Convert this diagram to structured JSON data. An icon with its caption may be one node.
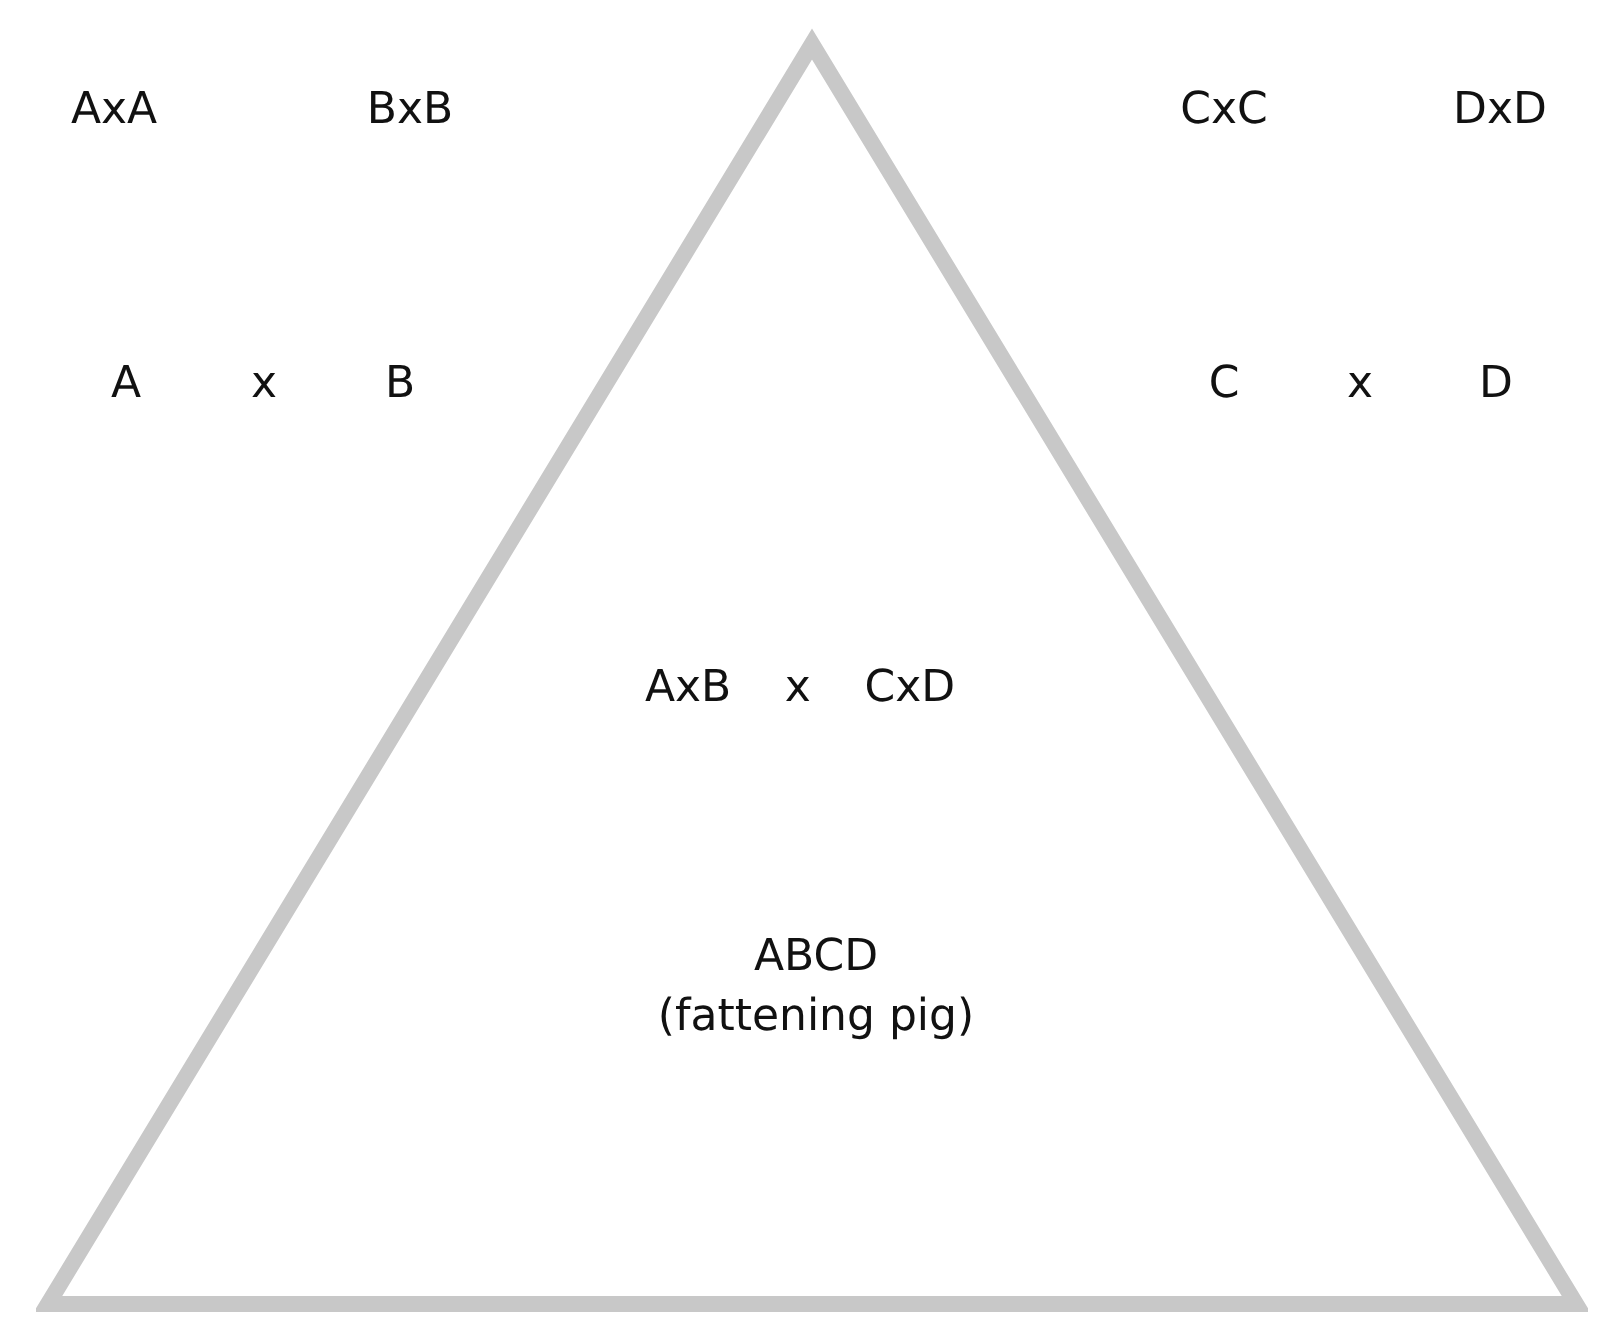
{
  "diagram": {
    "nodes": [
      {
        "text": [
          "AxB x CxD",
          "ABCD (fattening pig)"
        ]
      }
    ],
    "labels": [
      "AxA",
      "BxB",
      "CxC",
      "DxD",
      "A",
      "x",
      "B",
      "C",
      "x",
      "D"
    ]
  }
}
